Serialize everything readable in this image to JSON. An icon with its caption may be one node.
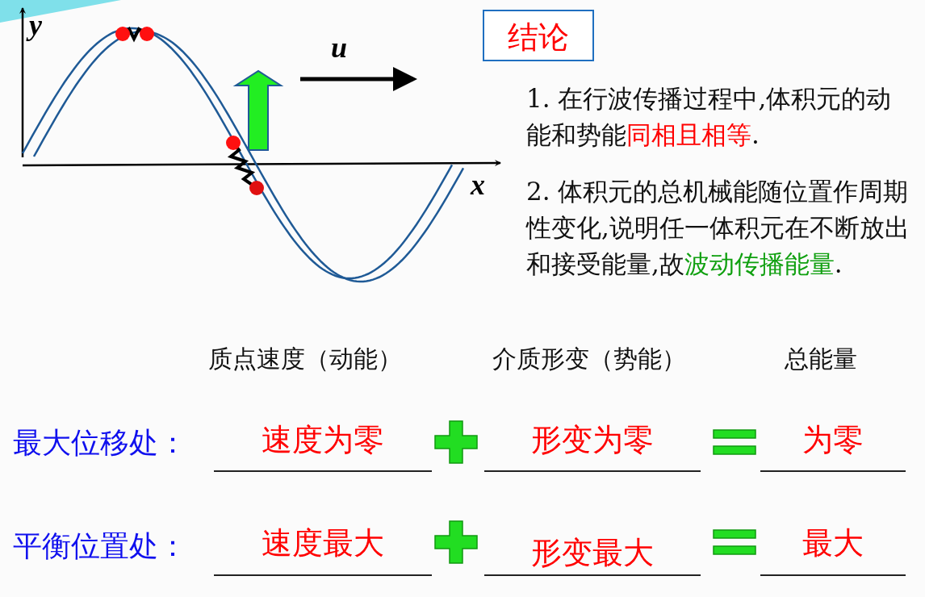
{
  "diagram": {
    "nodes": [
      {
        "text": [
          "结论"
        ]
      }
    ],
    "labels": [
      "y",
      "u",
      "x",
      "1. 在行波传播过程中,体积元的动能和势能**同相且相等**.",
      "2. 体积元的总机械能随位置作周期性变化,说明任一体积元在不断放出和接受能量,故**波动传播能量**.",
      "质点速度（动能）",
      "介质形变（势能）",
      "总能量",
      "最大位移处：",
      "速度为零",
      "形变为零",
      "为零",
      "平衡位置处：",
      "速度最大",
      "形变最大",
      "最大"
    ]
  }
}
